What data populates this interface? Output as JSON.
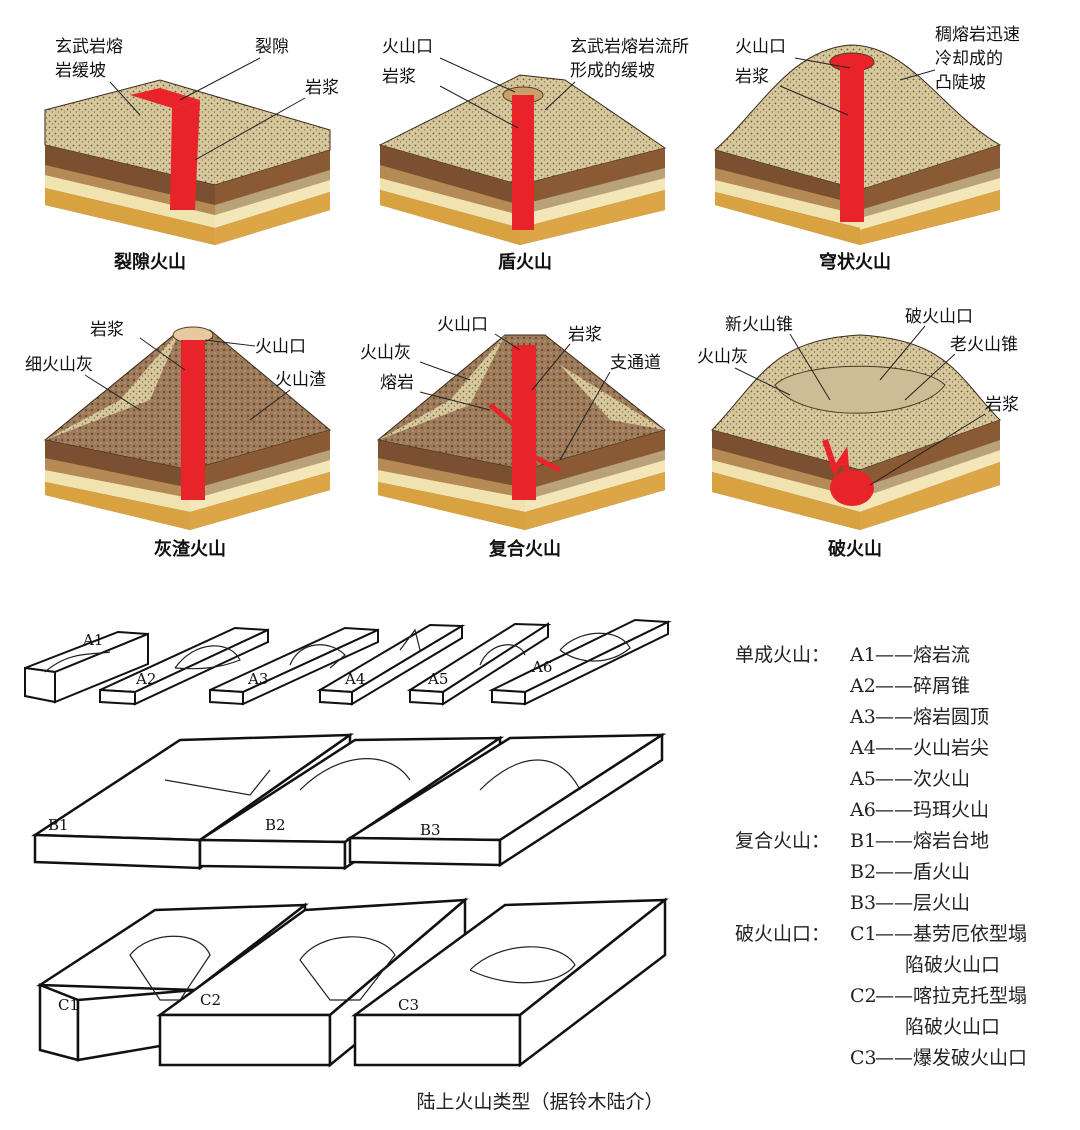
{
  "volcanoes": [
    {
      "caption": "裂隙火山",
      "labels": [
        "玄武岩熔",
        "岩缓坡",
        "裂隙",
        "岩浆"
      ]
    },
    {
      "caption": "盾火山",
      "labels": [
        "火山口",
        "岩浆",
        "玄武岩熔岩流所",
        "形成的缓坡"
      ]
    },
    {
      "caption": "穹状火山",
      "labels": [
        "火山口",
        "岩浆",
        "稠熔岩迅速",
        "冷却成的",
        "凸陡坡"
      ]
    },
    {
      "caption": "灰渣火山",
      "labels": [
        "岩浆",
        "火山口",
        "细火山灰",
        "火山渣"
      ]
    },
    {
      "caption": "复合火山",
      "labels": [
        "火山口",
        "岩浆",
        "火山灰",
        "熔岩",
        "支通道"
      ]
    },
    {
      "caption": "破火山",
      "labels": [
        "新火山锥",
        "破火山口",
        "老火山锥",
        "火山灰",
        "岩浆"
      ]
    }
  ],
  "blocks": {
    "a": [
      "A1",
      "A2",
      "A3",
      "A4",
      "A5",
      "A6"
    ],
    "b": [
      "B1",
      "B2",
      "B3"
    ],
    "c": [
      "C1",
      "C2",
      "C3"
    ]
  },
  "legend": {
    "monogenetic": {
      "group": "单成火山：",
      "items": [
        {
          "key": "A1",
          "text": "——熔岩流"
        },
        {
          "key": "A2",
          "text": "——碎屑锥"
        },
        {
          "key": "A3",
          "text": "——熔岩圆顶"
        },
        {
          "key": "A4",
          "text": "——火山岩尖"
        },
        {
          "key": "A5",
          "text": "——次火山"
        },
        {
          "key": "A6",
          "text": "——玛珥火山"
        }
      ]
    },
    "composite": {
      "group": "复合火山：",
      "items": [
        {
          "key": "B1",
          "text": "——熔岩台地"
        },
        {
          "key": "B2",
          "text": "——盾火山"
        },
        {
          "key": "B3",
          "text": "——层火山"
        }
      ]
    },
    "caldera": {
      "group": "破火山口：",
      "items": [
        {
          "key": "C1",
          "text": "——基劳厄依型塌",
          "cont": "陷破火山口"
        },
        {
          "key": "C2",
          "text": "——喀拉克托型塌",
          "cont": "陷破火山口"
        },
        {
          "key": "C3",
          "text": "——爆发破火山口"
        }
      ]
    }
  },
  "footer": "陆上火山类型（据铃木陆介）",
  "colors": {
    "magma": "#e8232a",
    "topsoil": "#d8c9a0",
    "brown": "#8a5a32",
    "tan": "#c9a56a",
    "cream": "#f2e7b8",
    "orange": "#d9a441",
    "green": "#a9b48c"
  }
}
